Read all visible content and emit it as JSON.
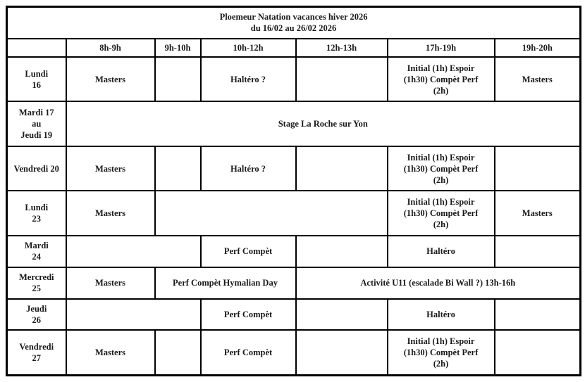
{
  "document": {
    "title_line1": "Ploemeur Natation vacances hiver 2026",
    "title_line2": "du 16/02 au 26/02 2026"
  },
  "colors": {
    "title_bg": "#d2d2d2",
    "header_bg": "#cccccc",
    "day_bg": "#cccccc",
    "masters_bg": "#f7cb9b",
    "haltero_bg": "#b3b3b3",
    "initial_bg": "#f7c9cc",
    "stage_bg": "#ff0000",
    "perf_compet_bg": "#dcd3e8",
    "activity_bg": "#ffff00",
    "empty_bg": "#ffffff",
    "border": "#000000",
    "text": "#1a1a1a"
  },
  "columns": [
    {
      "key": "day",
      "label": ""
    },
    {
      "key": "c0809",
      "label": "8h-9h"
    },
    {
      "key": "c0910",
      "label": "9h-10h"
    },
    {
      "key": "c1012",
      "label": "10h-12h"
    },
    {
      "key": "c1213",
      "label": "12h-13h"
    },
    {
      "key": "c1719",
      "label": "17h-19h"
    },
    {
      "key": "c1920",
      "label": "19h-20h"
    }
  ],
  "labels": {
    "masters": "Masters",
    "haltero_q": "Haltéro ?",
    "haltero": "Haltéro",
    "perf_compet": "Perf Compèt",
    "initial_l1": "Initial (1h) Espoir",
    "initial_l2": "(1h30) Compèt Perf",
    "initial_l3": "(2h)",
    "stage": "Stage La Roche sur Yon",
    "hymalian": "Perf Compèt Hymalian Day",
    "activite_u11": "Activité U11 (escalade Bi Wall ?) 13h-16h"
  },
  "rows": [
    {
      "day_lines": [
        "Lundi",
        "16"
      ],
      "cells": {
        "c0809": "Masters",
        "c0910": "",
        "c1012": "Haltéro ?",
        "c1213": "",
        "c1719_l1": "Initial (1h) Espoir",
        "c1719_l2": "(1h30) Compèt Perf",
        "c1719_l3": "(2h)",
        "c1920": "Masters"
      }
    },
    {
      "day_lines": [
        "Mardi 17",
        "au",
        "Jeudi 19"
      ],
      "cells": {
        "stage": "Stage La Roche sur Yon"
      }
    },
    {
      "day_lines": [
        "Vendredi 20"
      ],
      "cells": {
        "c0809": "Masters",
        "c0910": "",
        "c1012": "Haltéro ?",
        "c1213": "",
        "c1719_l1": "Initial (1h) Espoir",
        "c1719_l2": "(1h30) Compèt Perf",
        "c1719_l3": "(2h)",
        "c1920": ""
      }
    },
    {
      "day_lines": [
        "Lundi",
        "23"
      ],
      "cells": {
        "c0809": "Masters",
        "merged_mid": "",
        "c1719_l1": "Initial (1h) Espoir",
        "c1719_l2": "(1h30) Compèt Perf",
        "c1719_l3": "(2h)",
        "c1920": "Masters"
      }
    },
    {
      "day_lines": [
        "Mardi",
        "24"
      ],
      "cells": {
        "c0809": "",
        "c0910": "",
        "c1012": "Perf Compèt",
        "c1213": "",
        "c1719": "Haltéro",
        "c1920": ""
      }
    },
    {
      "day_lines": [
        "Mercredi",
        "25"
      ],
      "cells": {
        "c0809": "Masters",
        "hymalian": "Perf Compèt Hymalian Day",
        "activite": "Activité U11 (escalade Bi Wall ?) 13h-16h"
      }
    },
    {
      "day_lines": [
        "Jeudi",
        "26"
      ],
      "cells": {
        "c0809": "",
        "c0910": "",
        "c1012": "Perf Compèt",
        "c1213": "",
        "c1719": "Haltéro",
        "c1920": ""
      }
    },
    {
      "day_lines": [
        "Vendredi",
        "27"
      ],
      "cells": {
        "c0809": "Masters",
        "c0910": "",
        "c1012": "Perf Compèt",
        "c1213": "",
        "c1719_l1": "Initial (1h) Espoir",
        "c1719_l2": "(1h30) Compèt Perf",
        "c1719_l3": "(2h)",
        "c1920": ""
      }
    }
  ]
}
